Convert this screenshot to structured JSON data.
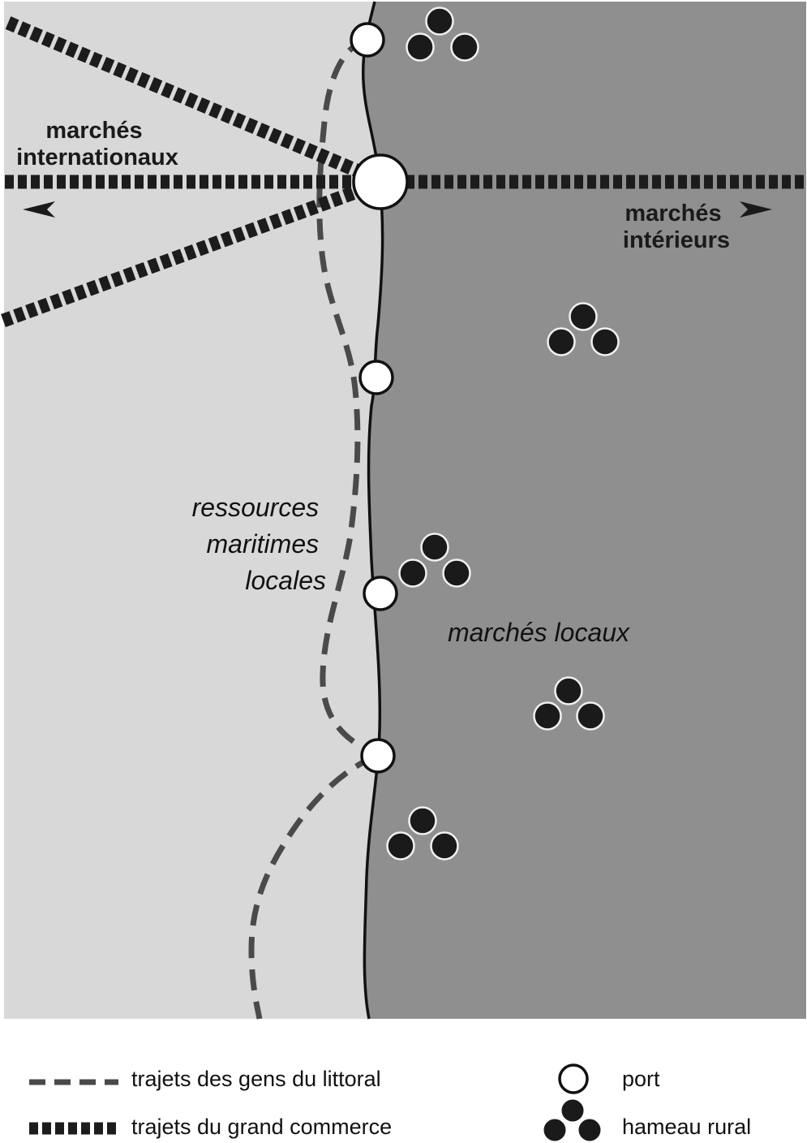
{
  "labels": {
    "international_markets": [
      "marchés",
      "internationaux"
    ],
    "interior_markets": [
      "marchés",
      "intérieurs"
    ],
    "local_maritime_resources": [
      "ressources",
      "maritimes",
      "locales"
    ],
    "local_markets": "marchés locaux"
  },
  "legend": {
    "coastal_routes": "trajets des gens du littoral",
    "trade_routes": "trajets du grand commerce",
    "port": "port",
    "hamlet": "hameau rural"
  },
  "colors": {
    "sea": "#d8d8d8",
    "land": "#8f8f8f",
    "coastline": "#111111",
    "coastal_route": "#4a4a4a",
    "trade_route": "#1c1c1c",
    "port_fill": "#ffffff",
    "hamlet_fill": "#1a1a1a"
  }
}
